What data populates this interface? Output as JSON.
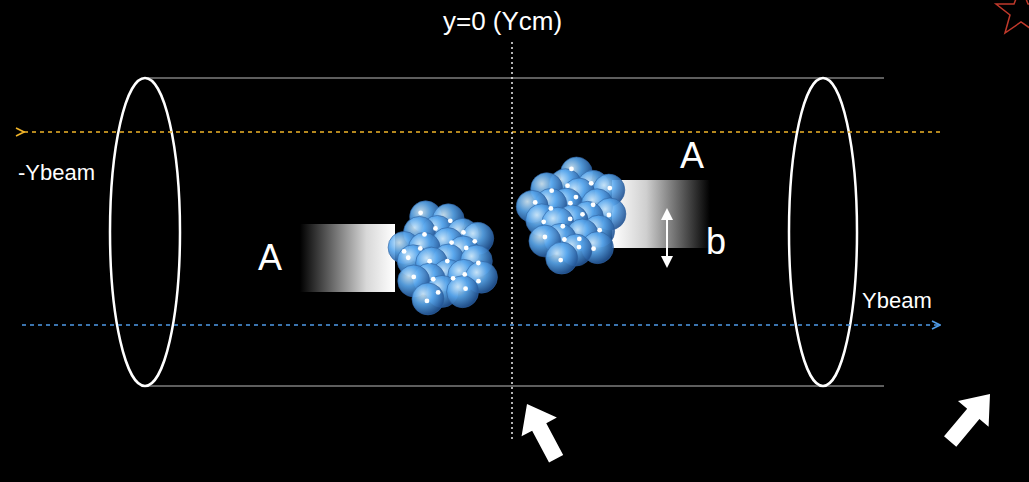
{
  "diagram": {
    "labels": [
      "y=0 (Ycm)",
      "-Ybeam",
      "A",
      "A",
      "b",
      "Ybeam"
    ]
  }
}
